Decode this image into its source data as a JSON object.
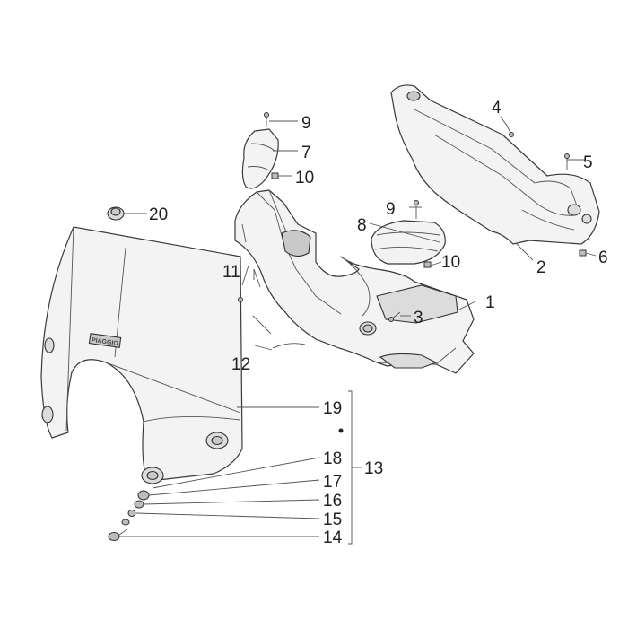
{
  "callouts": [
    {
      "id": "1",
      "label": "1"
    },
    {
      "id": "2",
      "label": "2"
    },
    {
      "id": "3",
      "label": "3"
    },
    {
      "id": "4",
      "label": "4"
    },
    {
      "id": "5",
      "label": "5"
    },
    {
      "id": "6",
      "label": "6"
    },
    {
      "id": "7",
      "label": "7"
    },
    {
      "id": "8",
      "label": "8"
    },
    {
      "id": "9a",
      "label": "9"
    },
    {
      "id": "9b",
      "label": "9"
    },
    {
      "id": "10a",
      "label": "10"
    },
    {
      "id": "10b",
      "label": "10"
    },
    {
      "id": "11",
      "label": "11"
    },
    {
      "id": "12",
      "label": "12"
    },
    {
      "id": "13",
      "label": "13"
    },
    {
      "id": "14",
      "label": "14"
    },
    {
      "id": "15",
      "label": "15"
    },
    {
      "id": "16",
      "label": "16"
    },
    {
      "id": "17",
      "label": "17"
    },
    {
      "id": "18",
      "label": "18"
    },
    {
      "id": "19",
      "label": "19"
    },
    {
      "id": "20",
      "label": "20"
    }
  ],
  "windscreen_logo": "PIAGGIO",
  "colors": {
    "line": "#3a3a3a",
    "fill": "#f3f3f3",
    "text": "#222222"
  }
}
